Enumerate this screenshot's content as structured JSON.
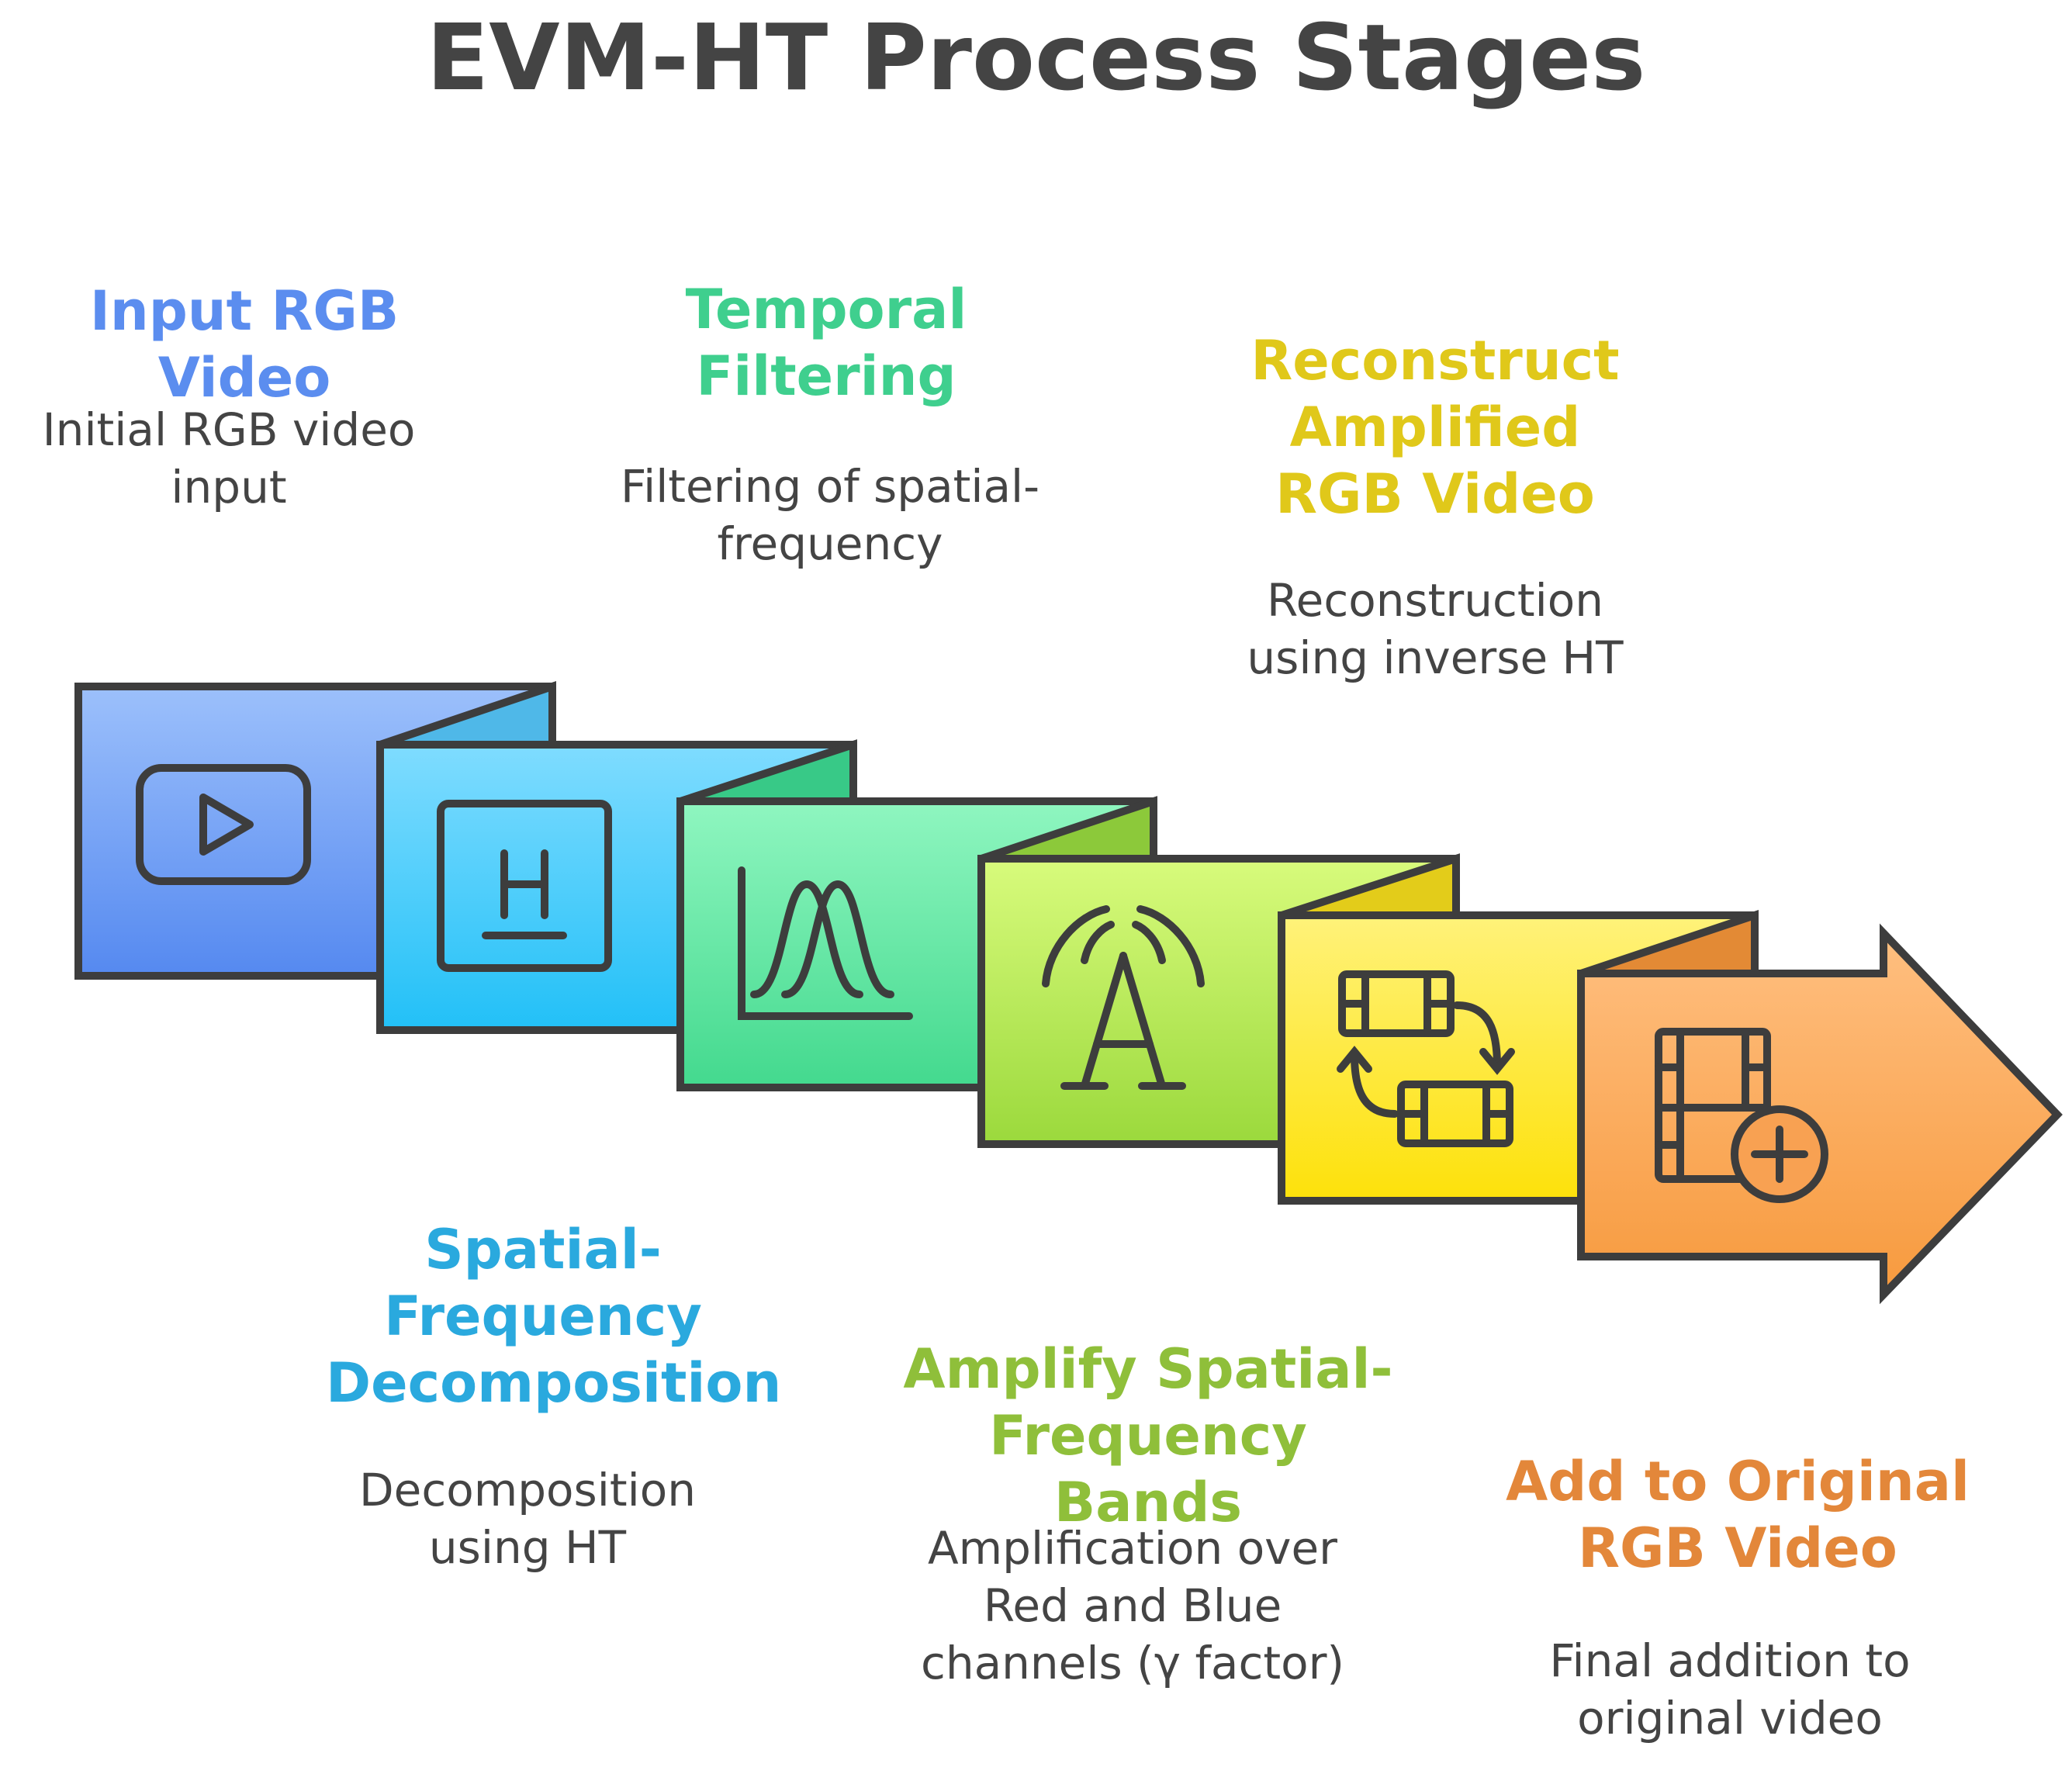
{
  "title": "EVM-HT Process Stages",
  "colors": {
    "outline": "#3d3d3d",
    "stage1": "#5b8def",
    "stage2": "#2aa9de",
    "stage3": "#3fcf8e",
    "stage4": "#8fbf3a",
    "stage5": "#e0c81a",
    "stage6": "#e3873a"
  },
  "stages": [
    {
      "title": "Input RGB Video",
      "description": "Initial RGB video input",
      "icon": "play-video-icon",
      "color": "#5b8def"
    },
    {
      "title": "Spatial-Frequency Decomposition",
      "description": "Decomposition using HT",
      "icon": "hadamard-h-icon",
      "color": "#2aa9de"
    },
    {
      "title": "Temporal Filtering",
      "description": "Filtering of spatial-frequency",
      "icon": "bell-curve-filter-icon",
      "color": "#3fcf8e"
    },
    {
      "title": "Amplify Spatial-Frequency Bands",
      "description": "Amplification over Red and Blue channels (γ factor)",
      "icon": "broadcast-antenna-icon",
      "color": "#8fbf3a"
    },
    {
      "title": "Reconstruct Amplified RGB Video",
      "description": "Reconstruction using inverse HT",
      "icon": "film-swap-icon",
      "color": "#e0c81a"
    },
    {
      "title": "Add to Original RGB Video",
      "description": "Final addition to original video",
      "icon": "film-add-icon",
      "color": "#e3873a"
    }
  ]
}
